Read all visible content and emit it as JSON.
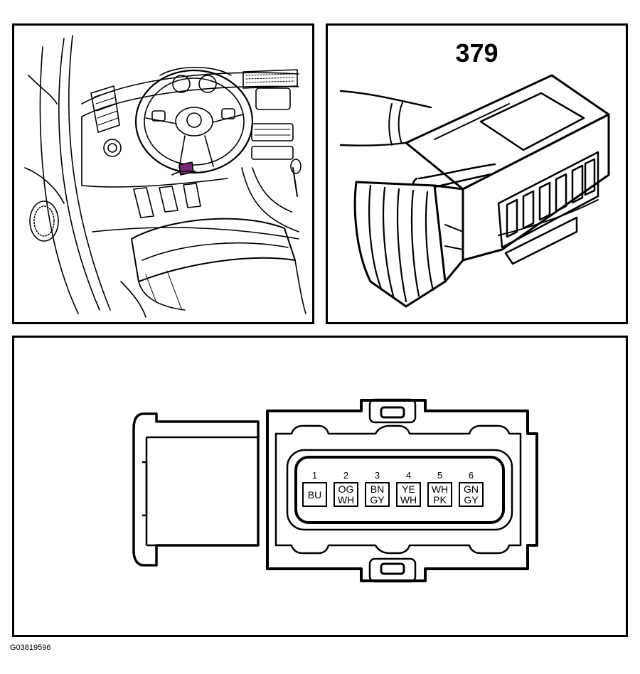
{
  "connector": {
    "number": "379"
  },
  "pins": [
    {
      "num": "1",
      "color1": "BU",
      "color2": ""
    },
    {
      "num": "2",
      "color1": "OG",
      "color2": "WH"
    },
    {
      "num": "3",
      "color1": "BN",
      "color2": "GY"
    },
    {
      "num": "4",
      "color1": "YE",
      "color2": "WH"
    },
    {
      "num": "5",
      "color1": "WH",
      "color2": "PK"
    },
    {
      "num": "6",
      "color1": "GN",
      "color2": "GY"
    }
  ],
  "footer": {
    "code": "G03819596"
  },
  "colors": {
    "line": "#000000",
    "background": "#ffffff",
    "marker": "#7a2a7a"
  }
}
